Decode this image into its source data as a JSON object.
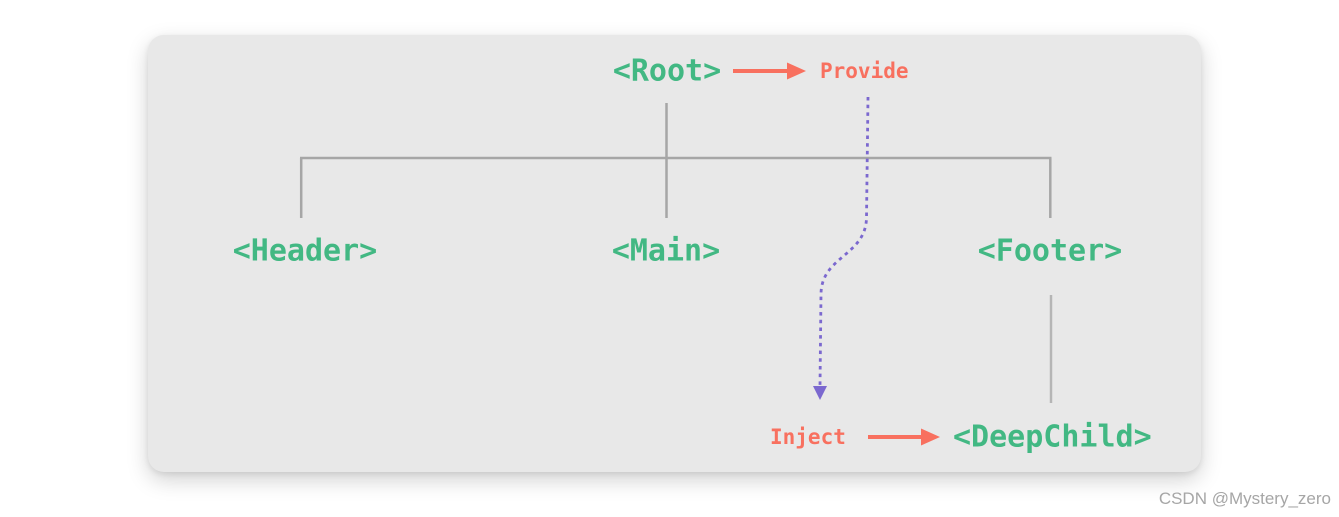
{
  "diagram": {
    "title_hint": "provide-inject component tree",
    "nodes": {
      "root": "<Root>",
      "header": "<Header>",
      "main": "<Main>",
      "footer": "<Footer>",
      "deep_child": "<DeepChild>"
    },
    "labels": {
      "provide": "Provide",
      "inject": "Inject"
    }
  },
  "watermark": "CSDN @Mystery_zero",
  "colors": {
    "node_green": "#42b883",
    "label_orange": "#f8705f",
    "dashed_purple": "#7b68cf",
    "tree_line_gray": "#a6a6a6",
    "footer_line_gray": "#b5b5b5",
    "card_bg": "#e8e8e8",
    "page_bg": "#ffffff",
    "watermark_gray": "#a6a6a6"
  }
}
